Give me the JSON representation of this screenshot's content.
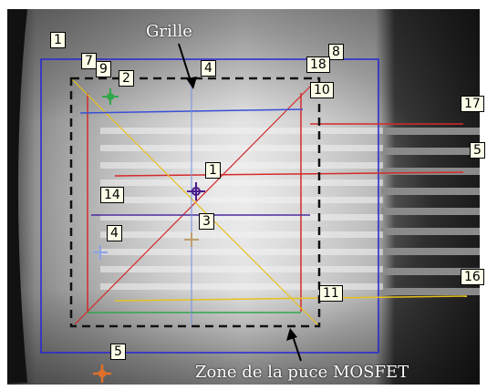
{
  "annotations": {
    "grille": "Grille",
    "zone": "Zone de la puce MOSFET"
  },
  "labels": [
    "1",
    "2",
    "3",
    "4",
    "5",
    "7",
    "8",
    "9",
    "10",
    "11",
    "14",
    "16",
    "17",
    "18",
    "1",
    "4",
    "5"
  ],
  "colors": {
    "frame": "#2626d4",
    "dashed": "#111111",
    "red": "#d42a2a",
    "yellow": "#e6c21e",
    "green": "#2fa84a",
    "blue": "#3a4fd6",
    "purple": "#4a1a8c",
    "orange": "#e0702a",
    "lightblue": "#7fa0e0",
    "tan": "#c0a070"
  }
}
